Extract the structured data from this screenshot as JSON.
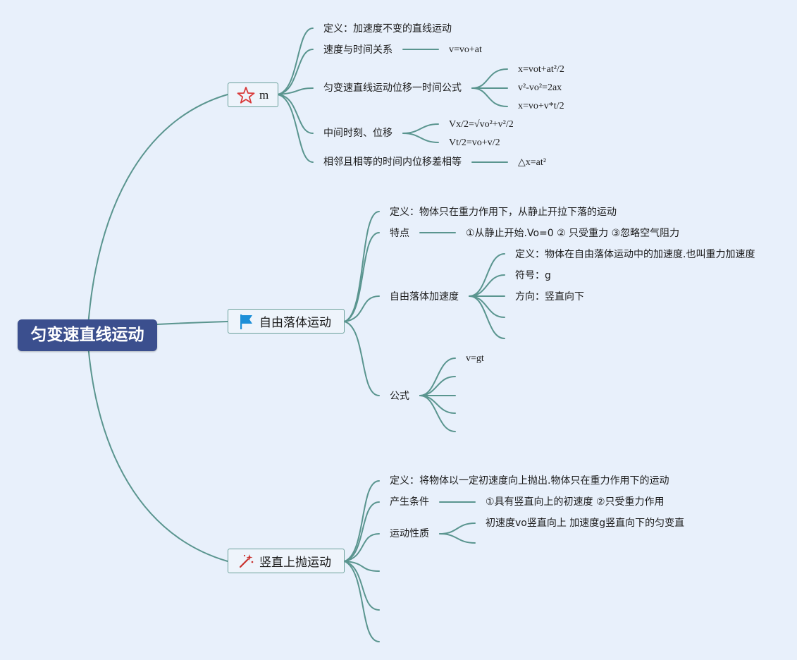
{
  "root": {
    "label": "匀变速直线运动"
  },
  "branch1": {
    "label": "m",
    "icon": "star-outline-icon",
    "items": {
      "definition": "定义：加速度不变的直线运动",
      "velocity_time": "速度与时间关系",
      "velocity_formula": "v=vo+at",
      "displacement_time": "匀变速直线运动位移一时间公式",
      "disp_f1": "x=vot+at²/2",
      "disp_f2": "v²-vo²=2ax",
      "disp_f3": "x=vo+v*t/2",
      "midpoint": "中间时刻、位移",
      "mid_f1": "Vx/2=√vo²+v²/2",
      "mid_f2": "Vt/2=vo+v/2",
      "adjacent": "相邻且相等的时间内位移差相等",
      "adjacent_formula": "△x=at²"
    }
  },
  "branch2": {
    "label": "自由落体运动",
    "icon": "blue-flag-icon",
    "items": {
      "definition": "定义：物体只在重力作用下，从静止开拉下落的运动",
      "features": "特点",
      "features_value": "①从静止开始.Vo=0 ② 只受重力 ③忽略空气阻力",
      "acceleration": "自由落体加速度",
      "acc_def": "定义：物体在自由落体运动中的加速度.也叫重力加速度",
      "acc_symbol": "符号：g",
      "acc_direction": "方向：竖直向下",
      "formula": "公式",
      "formula_1": "v=gt"
    }
  },
  "branch3": {
    "label": "竖直上抛运动",
    "icon": "magic-wand-icon",
    "items": {
      "definition": "定义：将物体以一定初速度向上抛出.物体只在重力作用下的运动",
      "conditions": "产生条件",
      "conditions_value": "①具有竖直向上的初速度 ②只受重力作用",
      "nature": "运动性质",
      "nature_value": "初速度vo竖直向上 加速度g竖直向下的匀变直"
    }
  },
  "colors": {
    "line": "#5a958f",
    "root_bg": "#3b4f8e",
    "background": "#e8f0fb"
  }
}
